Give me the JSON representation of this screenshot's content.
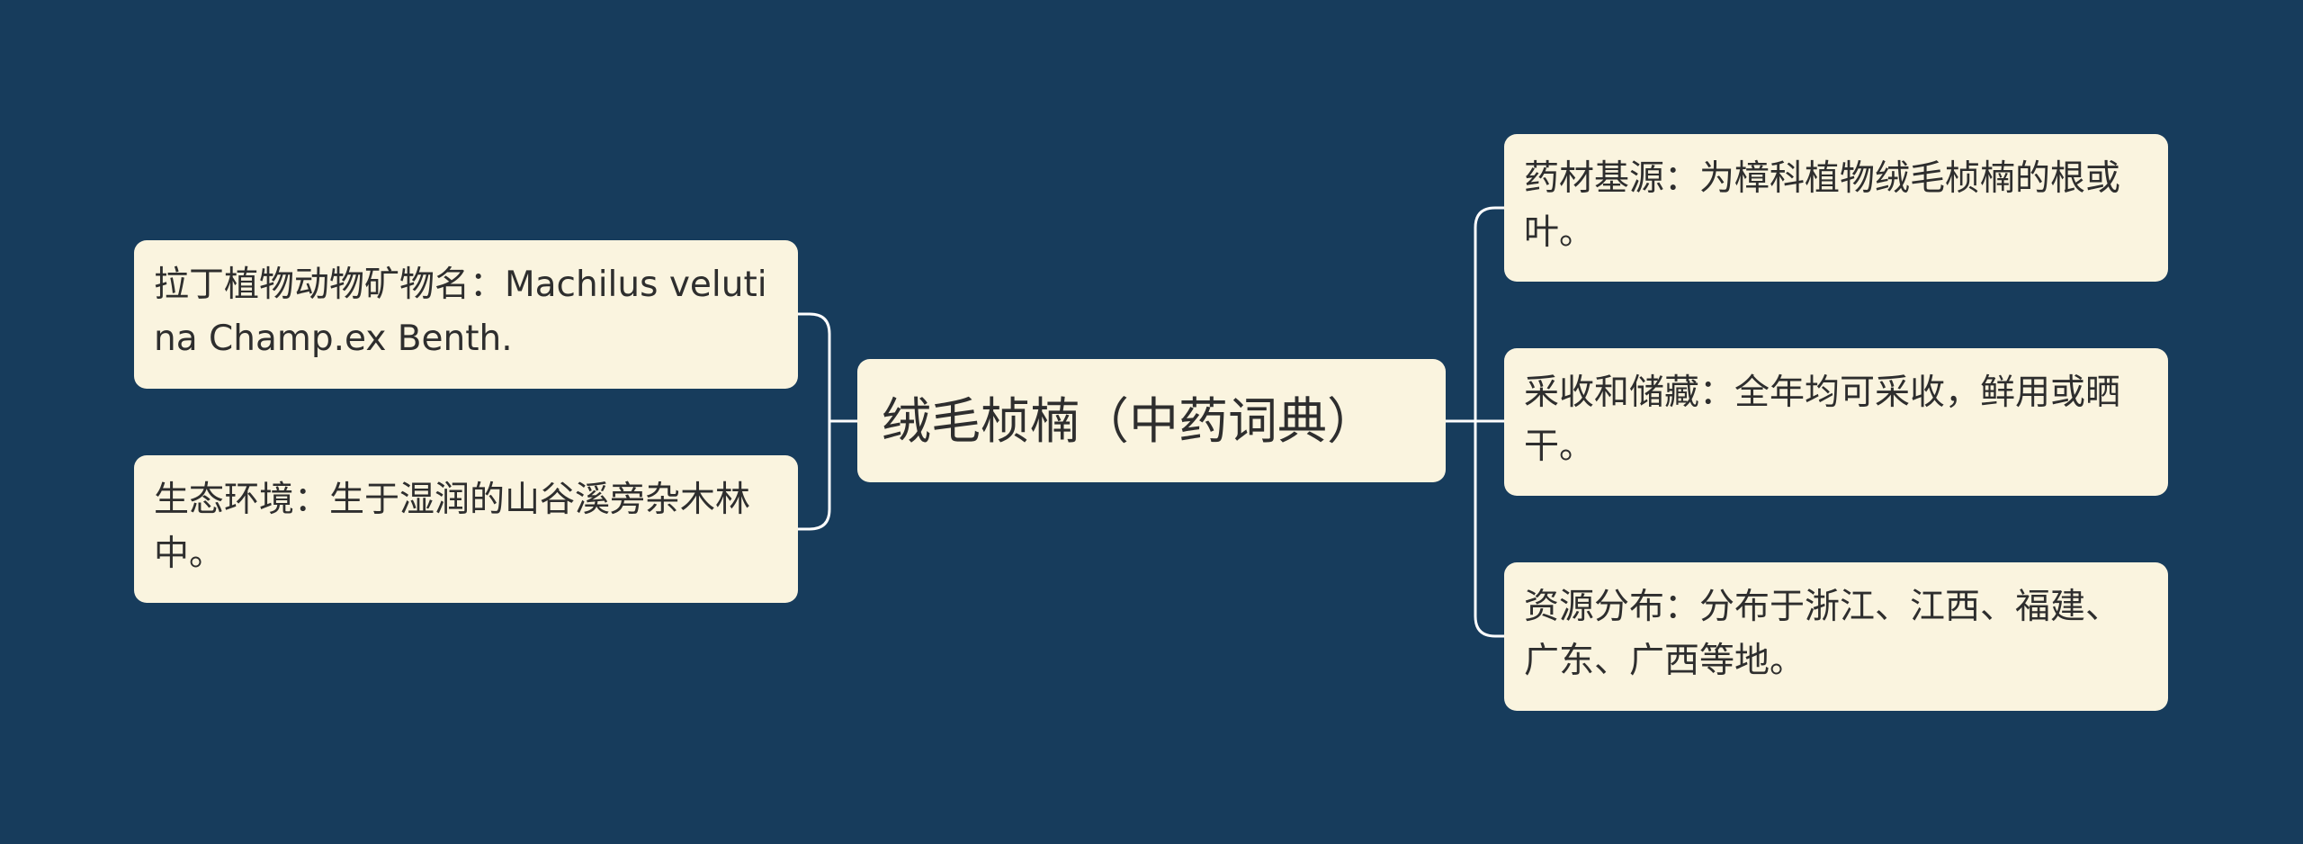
{
  "colors": {
    "background": "#173c5c",
    "node_fill": "#faf4df",
    "text": "#2e2e2e",
    "connector": "#ffffff"
  },
  "central": {
    "label": "绒毛桢楠（中药词典）"
  },
  "left_branches": [
    {
      "label": "拉丁植物动物矿物名：Machilus velutina Champ.ex Benth."
    },
    {
      "label": "生态环境：生于湿润的山谷溪旁杂木林中。"
    }
  ],
  "right_branches": [
    {
      "label": "药材基源：为樟科植物绒毛桢楠的根或叶。"
    },
    {
      "label": "采收和储藏：全年均可采收，鲜用或晒干。"
    },
    {
      "label": "资源分布：分布于浙江、江西、福建、广东、广西等地。"
    }
  ]
}
